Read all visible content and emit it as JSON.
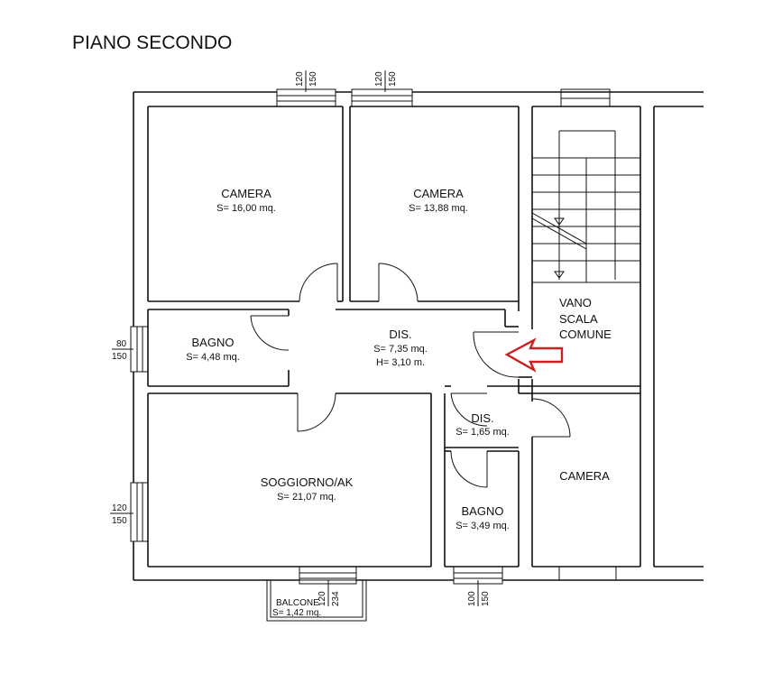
{
  "title": "PIANO SECONDO",
  "rooms": {
    "camera1": {
      "name": "CAMERA",
      "area": "S= 16,00 mq."
    },
    "camera2": {
      "name": "CAMERA",
      "area": "S= 13,88 mq."
    },
    "bagno1": {
      "name": "BAGNO",
      "area": "S= 4,48 mq."
    },
    "dis1": {
      "name": "DIS.",
      "area": "S= 7,35 mq.",
      "height": "H= 3,10 m."
    },
    "vano": {
      "line1": "VANO",
      "line2": "SCALA",
      "line3": "COMUNE"
    },
    "dis2": {
      "name": "DIS.",
      "area": "S= 1,65 mq."
    },
    "soggiorno": {
      "name": "SOGGIORNO/AK",
      "area": "S= 21,07 mq."
    },
    "bagno2": {
      "name": "BAGNO",
      "area": "S= 3,49 mq."
    },
    "camera3": {
      "name": "CAMERA"
    },
    "balcone": {
      "name": "BALCONE",
      "area": "S= 1,42 mq."
    }
  },
  "dimensions": {
    "win_top_left": {
      "a": "120",
      "b": "150"
    },
    "win_top_mid": {
      "a": "120",
      "b": "150"
    },
    "win_left_bagno": {
      "a": "80",
      "b": "150"
    },
    "win_left_sogg": {
      "a": "120",
      "b": "150"
    },
    "win_balcone": {
      "a": "120",
      "b": "234"
    },
    "win_bagno2": {
      "a": "100",
      "b": "150"
    }
  },
  "colors": {
    "arrow": "#cc1f1f",
    "walls": "#111111"
  }
}
